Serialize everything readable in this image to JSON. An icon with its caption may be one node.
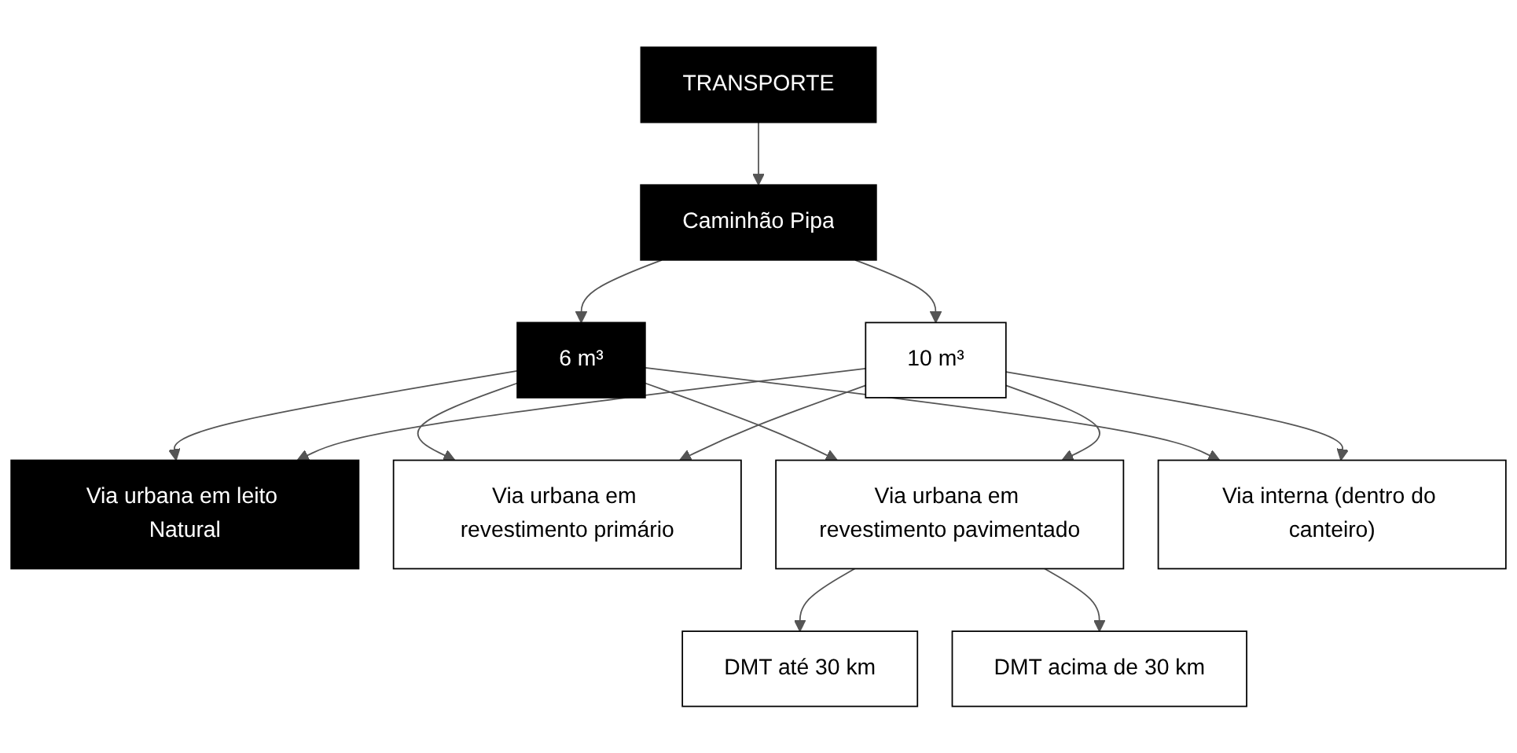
{
  "diagram": {
    "nodes": [
      {
        "text": [
          "TRANSPORTE"
        ]
      },
      {
        "text": [
          "Caminhão Pipa"
        ]
      },
      {
        "text": [
          "6 m³"
        ]
      },
      {
        "text": [
          "10 m³"
        ]
      },
      {
        "text": [
          "Via urbana em leito Natural"
        ]
      },
      {
        "text": [
          "Via urbana em revestimento primário"
        ]
      },
      {
        "text": [
          "Via urbana em revestimento pavimentado"
        ]
      },
      {
        "text": [
          "Via interna (dentro do canteiro)"
        ]
      },
      {
        "text": [
          "DMT até 30 km"
        ]
      },
      {
        "text": [
          "DMT acima de 30 km"
        ]
      }
    ],
    "edges": [
      {
        "from": 0,
        "to": 1,
        "arrow": "to"
      },
      {
        "from": 1,
        "to": 2,
        "arrow": "to"
      },
      {
        "from": 1,
        "to": 3,
        "arrow": "to"
      },
      {
        "from": 2,
        "to": 4,
        "arrow": "to"
      },
      {
        "from": 2,
        "to": 5,
        "arrow": "to"
      },
      {
        "from": 2,
        "to": 6,
        "arrow": "to"
      },
      {
        "from": 2,
        "to": 7,
        "arrow": "to"
      },
      {
        "from": 3,
        "to": 4,
        "arrow": "to"
      },
      {
        "from": 3,
        "to": 5,
        "arrow": "to"
      },
      {
        "from": 3,
        "to": 6,
        "arrow": "to"
      },
      {
        "from": 3,
        "to": 7,
        "arrow": "to"
      },
      {
        "from": 6,
        "to": 8,
        "arrow": "to"
      },
      {
        "from": 6,
        "to": 9,
        "arrow": "to"
      }
    ]
  }
}
